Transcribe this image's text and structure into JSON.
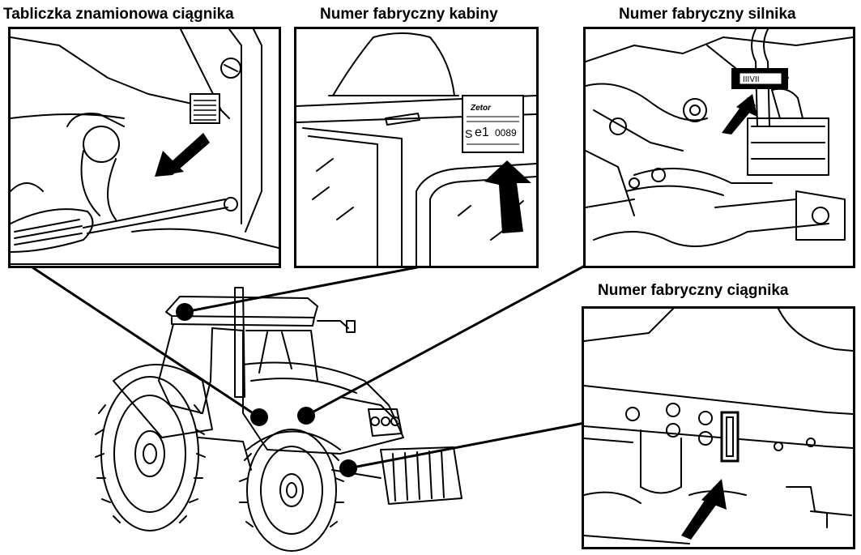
{
  "labels": {
    "tractor_plate": "Tabliczka znamionowa ciągnika",
    "cab_serial": "Numer fabryczny kabiny",
    "engine_serial": "Numer fabryczny silnika",
    "tractor_serial": "Numer fabryczny ciągnika"
  },
  "cab_plate": {
    "brand": "Zetor",
    "marking": "e1",
    "prefix": "S",
    "number": "0089"
  },
  "engine_plate": {
    "text": "IIIVII"
  },
  "colors": {
    "ink": "#000000",
    "paper": "#ffffff"
  }
}
